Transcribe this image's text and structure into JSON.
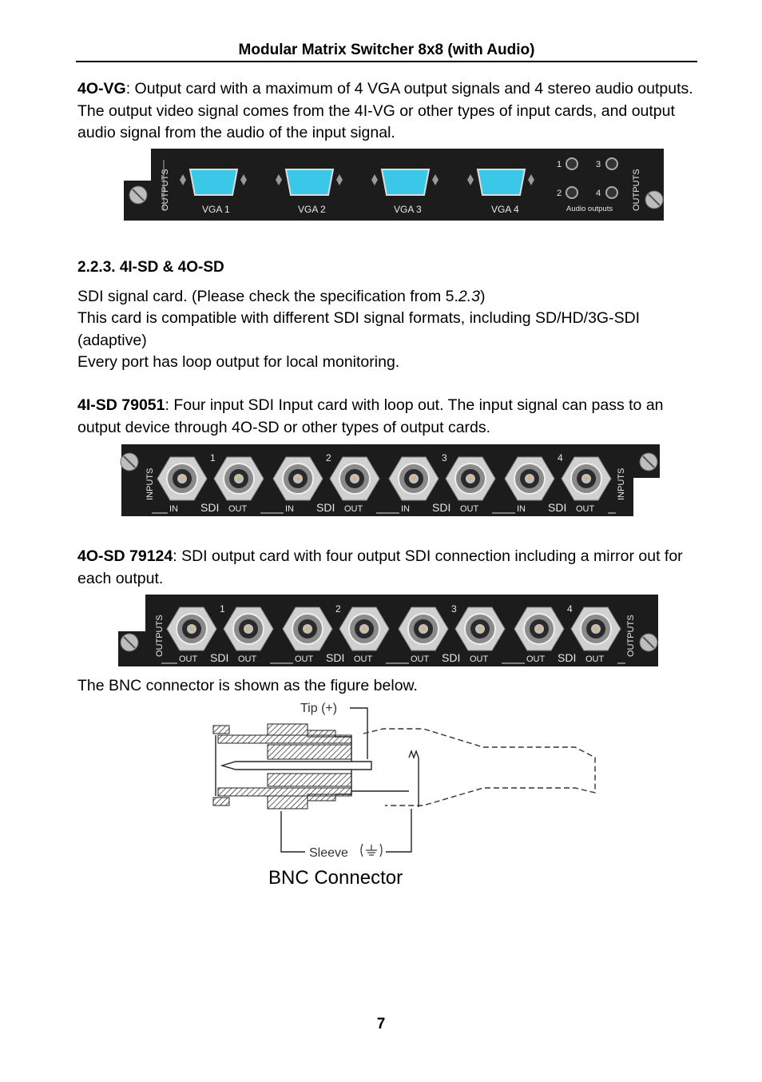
{
  "header": {
    "title": "Modular Matrix Switcher 8x8 (with Audio)"
  },
  "vga_card": {
    "name": "4O-VG",
    "desc": ": Output card with a maximum of 4 VGA output signals and 4 stereo audio outputs. The output video signal comes from the 4I-VG or other types of input cards, and output audio signal from the audio of the input signal.",
    "side_label": "OUTPUTS",
    "ports": [
      "VGA 1",
      "VGA 2",
      "VGA 3",
      "VGA 4"
    ],
    "audio_nums": [
      "1",
      "3",
      "2",
      "4"
    ],
    "audio_label": "Audio outputs"
  },
  "section": {
    "heading": "2.2.3. 4I-SD & 4O-SD",
    "line1_a": "SDI signal card. (Please check the specification from 5.",
    "line1_b": "2.3",
    "line1_c": ")",
    "line2": "This card is compatible with different SDI signal formats, including SD/HD/3G-SDI (adaptive)",
    "line3": "Every port has loop output for local monitoring."
  },
  "sdi_in_card": {
    "name": "4I-SD 79051",
    "desc": ": Four input SDI Input card with loop out. The input signal can pass to an output device through 4O-SD or other types of output cards.",
    "side_label": "INPUTS",
    "numbers": [
      "1",
      "2",
      "3",
      "4"
    ],
    "label_a": "IN",
    "label_mid": "SDI",
    "label_b": "OUT"
  },
  "sdi_out_card": {
    "name": "4O-SD 79124",
    "desc": ": SDI output card with four output SDI connection including a mirror out for each output.",
    "side_label": "OUTPUTS",
    "numbers": [
      "1",
      "2",
      "3",
      "4"
    ],
    "label_a": "OUT",
    "label_mid": "SDI",
    "label_b": "OUT"
  },
  "bnc": {
    "intro": "The BNC connector is shown as the figure below.",
    "tip_label": "Tip (+)",
    "sleeve_label": "Sleeve",
    "caption": "BNC Connector"
  },
  "footer": {
    "page": "7"
  }
}
